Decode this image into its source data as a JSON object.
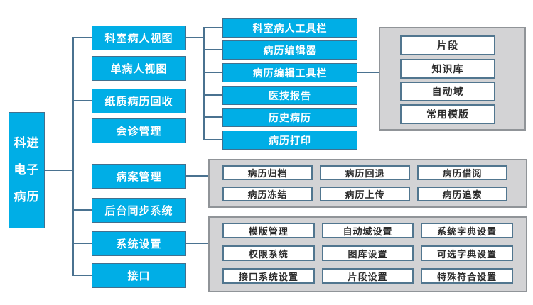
{
  "diagram": {
    "root_lines": [
      "科进",
      "电子",
      "病历"
    ],
    "level2": [
      "科室病人视图",
      "单病人视图",
      "纸质病历回收",
      "会诊管理",
      "病案管理",
      "后台同步系统",
      "系统设置",
      "接口"
    ],
    "view_children": [
      "科室病人工具栏",
      "病历编辑器",
      "病历编辑工具栏",
      "医技报告",
      "历史病历",
      "病历打印"
    ],
    "editor_resources": [
      "片段",
      "知识库",
      "自动域",
      "常用模版"
    ],
    "record_mgmt": [
      [
        "病历归档",
        "病历回退",
        "病历借阅"
      ],
      [
        "病历冻结",
        "病历上传",
        "病历追索"
      ]
    ],
    "settings": [
      [
        "模版管理",
        "自动域设置",
        "系统字典设置"
      ],
      [
        "权限系统",
        "图库设置",
        "可选字典设置"
      ],
      [
        "接口系统设置",
        "片段设置",
        "特殊符合设置"
      ]
    ]
  },
  "colors": {
    "node_fill": "#00aee6",
    "node_border": "#42708e",
    "node_text": "#ffffff",
    "connector": "#4a7290",
    "panel_fill": "#d3d3d5",
    "panel_border": "#909498",
    "leaf_border": "#51768f",
    "leaf_text": "#2b2b2b",
    "background": "#ffffff"
  }
}
